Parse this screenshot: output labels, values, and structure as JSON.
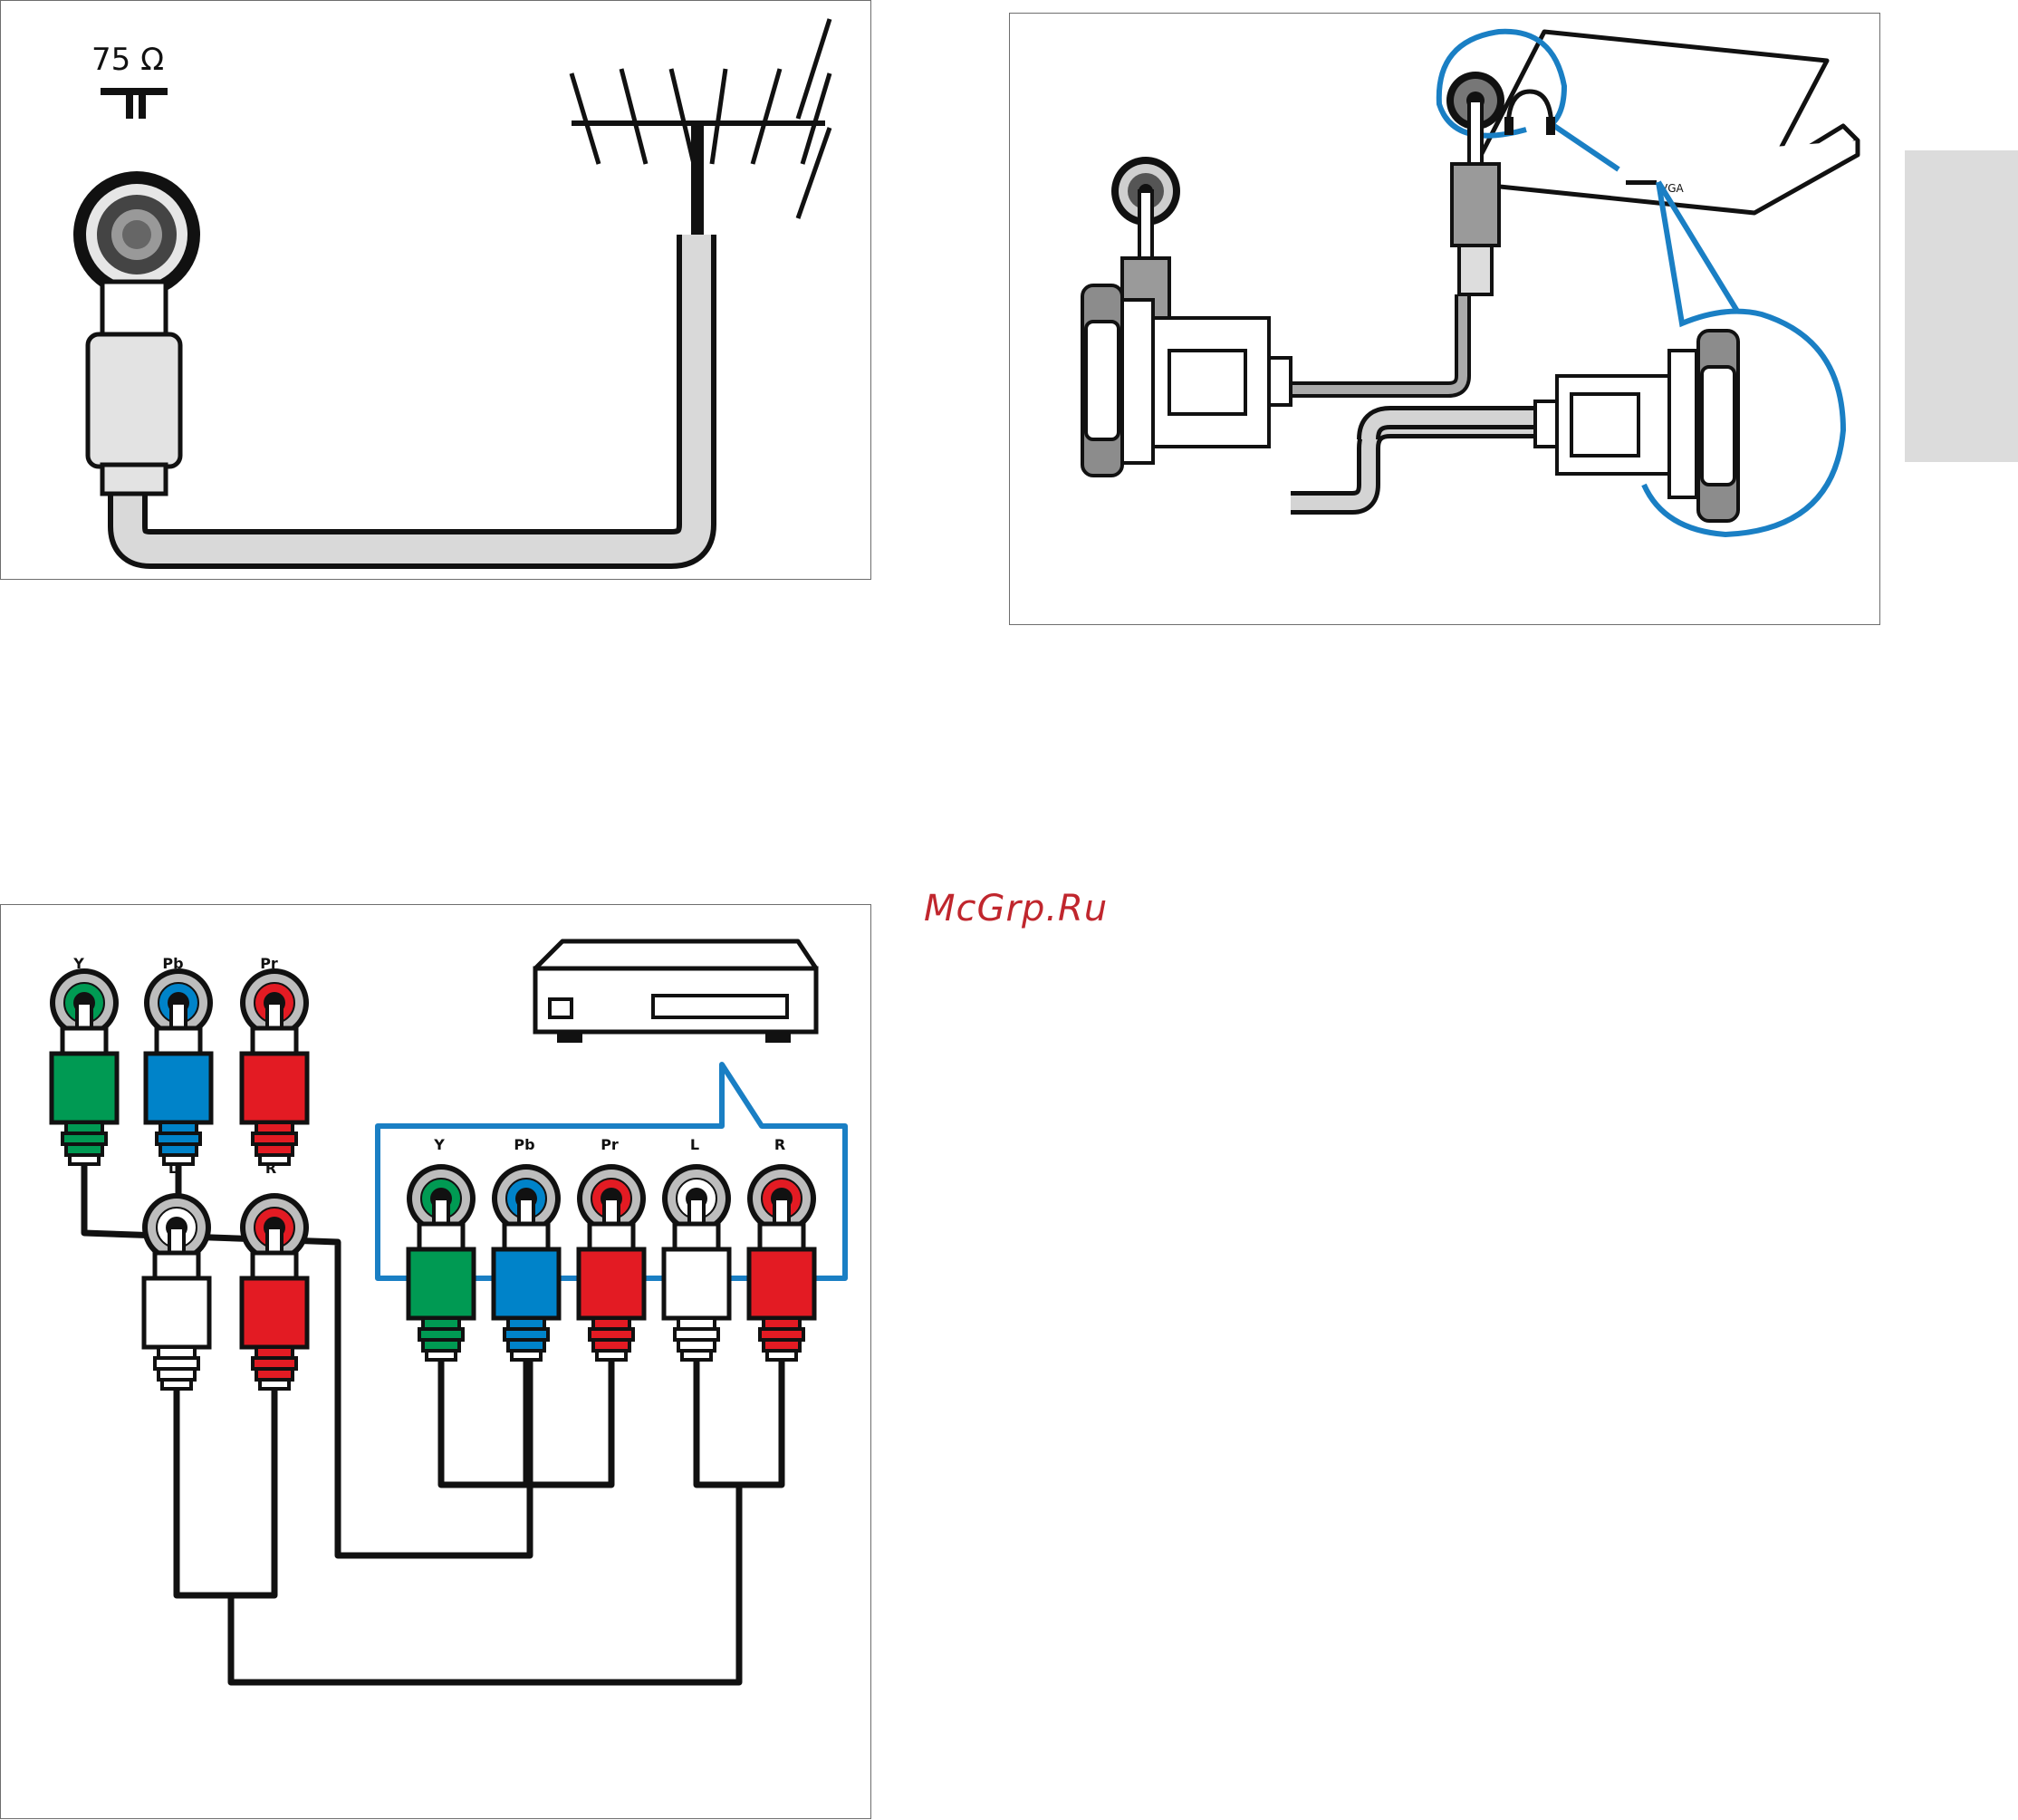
{
  "antenna_panel": {
    "impedance_label": "75 Ω"
  },
  "pc_panel": {
    "laptop_port_labels": [
      "VGA"
    ]
  },
  "component_panel": {
    "tv_video_labels": [
      "Y",
      "Pb",
      "Pr"
    ],
    "tv_audio_labels": [
      "L",
      "R"
    ],
    "device_labels": [
      "Y",
      "Pb",
      "Pr",
      "L",
      "R"
    ]
  },
  "watermark": "McGrp.Ru",
  "colors": {
    "green": "#009a53",
    "blue": "#0083c9",
    "red": "#e31b23",
    "white": "#ffffff",
    "callout_blue": "#1a7fc4",
    "cable_gray": "#cfcfcf"
  }
}
